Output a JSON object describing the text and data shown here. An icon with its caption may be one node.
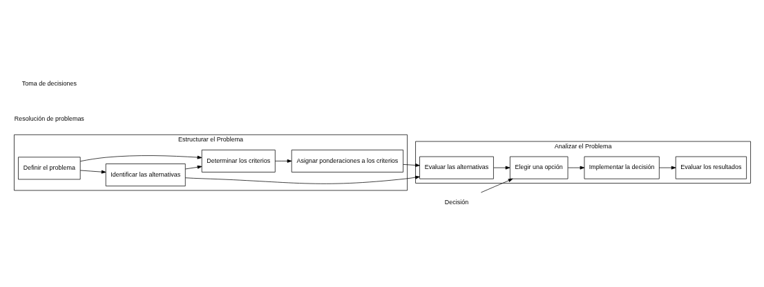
{
  "diagram": {
    "nodes": [
      {
        "text": [
          "Estructurar el Problema"
        ]
      },
      {
        "text": [
          "Definir el problema"
        ],
        "in": 0
      },
      {
        "text": [
          "Identificar las alternativas"
        ],
        "in": 0
      },
      {
        "text": [
          "Determinar los criterios"
        ],
        "in": 0
      },
      {
        "text": [
          "Asignar ponderaciones a los criterios"
        ],
        "in": 0
      },
      {
        "text": [
          "Analizar el Problema"
        ]
      },
      {
        "text": [
          "Evaluar las alternativas"
        ],
        "in": 5
      },
      {
        "text": [
          "Elegir una opción"
        ],
        "in": 5
      },
      {
        "text": [
          "Implementar la decisión"
        ],
        "in": 5
      },
      {
        "text": [
          "Evaluar los resultados"
        ],
        "in": 5
      },
      {
        "text": [
          "Decisión"
        ]
      }
    ],
    "edges": [
      {
        "from": 1,
        "to": 2,
        "arrow": "to"
      },
      {
        "from": 1,
        "to": 3,
        "arrow": "to"
      },
      {
        "from": 2,
        "to": 3,
        "arrow": "to"
      },
      {
        "from": 3,
        "to": 4,
        "arrow": "to"
      },
      {
        "from": 2,
        "to": 6,
        "arrow": "to"
      },
      {
        "from": 4,
        "to": 6,
        "arrow": "to"
      },
      {
        "from": 6,
        "to": 7,
        "arrow": "to"
      },
      {
        "from": 7,
        "to": 8,
        "arrow": "to"
      },
      {
        "from": 8,
        "to": 9,
        "arrow": "to"
      },
      {
        "from": 10,
        "to": 7,
        "arrow": "to"
      }
    ],
    "labels": [
      "Resolución de problemas",
      "Toma de decisiones"
    ]
  }
}
